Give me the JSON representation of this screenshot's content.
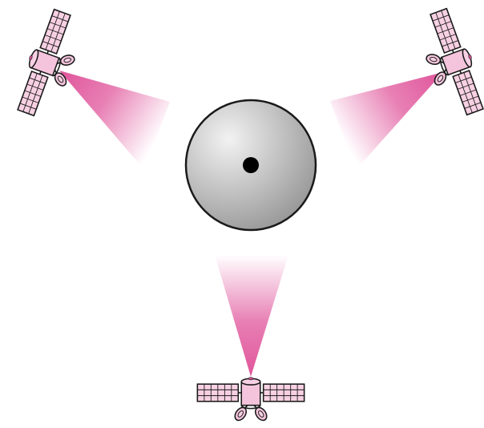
{
  "colors": {
    "background": "#ffffff",
    "satellite_fill": "#f4c4dc",
    "satellite_panel": "#f7d0e3",
    "satellite_stroke": "#1a1a1a",
    "beam": "#e0559b",
    "planet_light": "#f2f2f2",
    "planet_dark": "#8e8e8e",
    "planet_stroke": "#1a1a1a",
    "center_dot": "#000000"
  },
  "diagram": {
    "planet": {
      "name": "planet",
      "center_marker": true
    },
    "satellites": [
      {
        "id": "upper-left",
        "beam_toward": "planet"
      },
      {
        "id": "upper-right",
        "beam_toward": "planet"
      },
      {
        "id": "bottom",
        "beam_toward": "planet"
      }
    ]
  }
}
